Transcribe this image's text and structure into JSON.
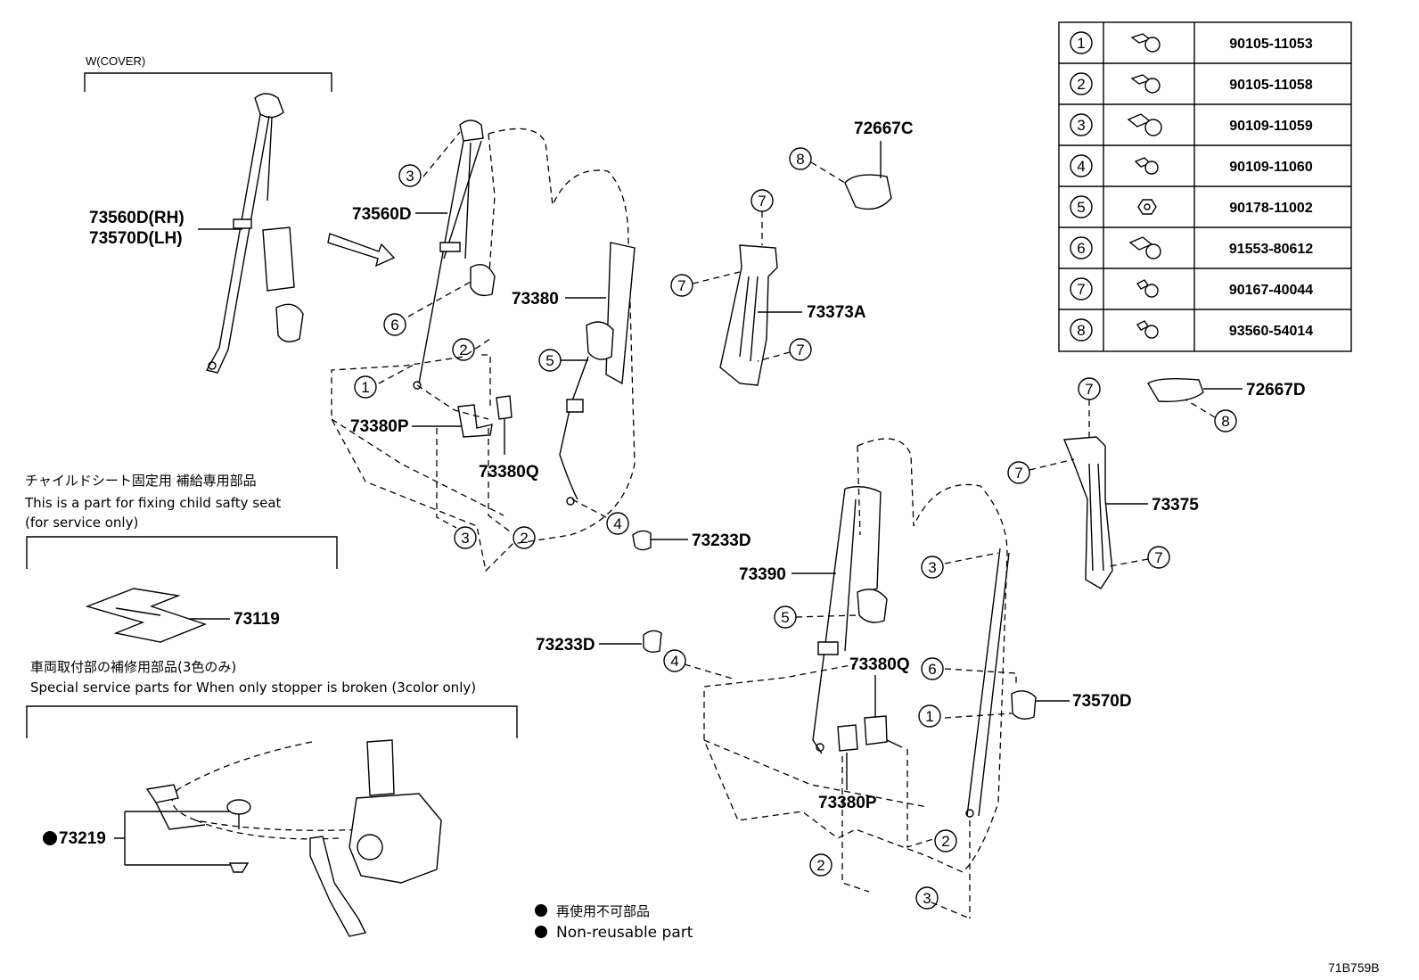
{
  "cover_label": "W(COVER)",
  "labels": {
    "p73560D_RH": "73560D(RH)",
    "p73570D_LH": "73570D(LH)",
    "p73560D": "73560D",
    "p73380": "73380",
    "p72667C": "72667C",
    "p73373A": "73373A",
    "p73380P_a": "73380P",
    "p73380Q_a": "73380Q",
    "p73233D_a": "73233D",
    "p73119": "73119",
    "p72667D": "72667D",
    "p73375": "73375",
    "p73390": "73390",
    "p73233D_b": "73233D",
    "p73380Q_b": "73380Q",
    "p73570D": "73570D",
    "p73380P_b": "73380P",
    "p73219": "73219"
  },
  "notes": {
    "child_seat_jp": "チャイルドシート固定用 補給専用部品",
    "child_seat_en1": "This is a part for fixing child safty seat",
    "child_seat_en2": "(for service only)",
    "stopper_jp": "車両取付部の補修用部品(3色のみ)",
    "stopper_en": "Special service parts for When only stopper is broken (3color only)",
    "nonreusable_jp": "再使用不可部品",
    "nonreusable_en": "Non-reusable part",
    "diagram_code": "71B759B"
  },
  "callouts": {
    "c1": "1",
    "c2": "2",
    "c3": "3",
    "c4": "4",
    "c5": "5",
    "c6": "6",
    "c7": "7",
    "c8": "8"
  },
  "fastener_table": [
    {
      "num": "1",
      "part": "90105-11053"
    },
    {
      "num": "2",
      "part": "90105-11058"
    },
    {
      "num": "3",
      "part": "90109-11059"
    },
    {
      "num": "4",
      "part": "90109-11060"
    },
    {
      "num": "5",
      "part": "90178-11002"
    },
    {
      "num": "6",
      "part": "91553-80612"
    },
    {
      "num": "7",
      "part": "90167-40044"
    },
    {
      "num": "8",
      "part": "93560-54014"
    }
  ]
}
